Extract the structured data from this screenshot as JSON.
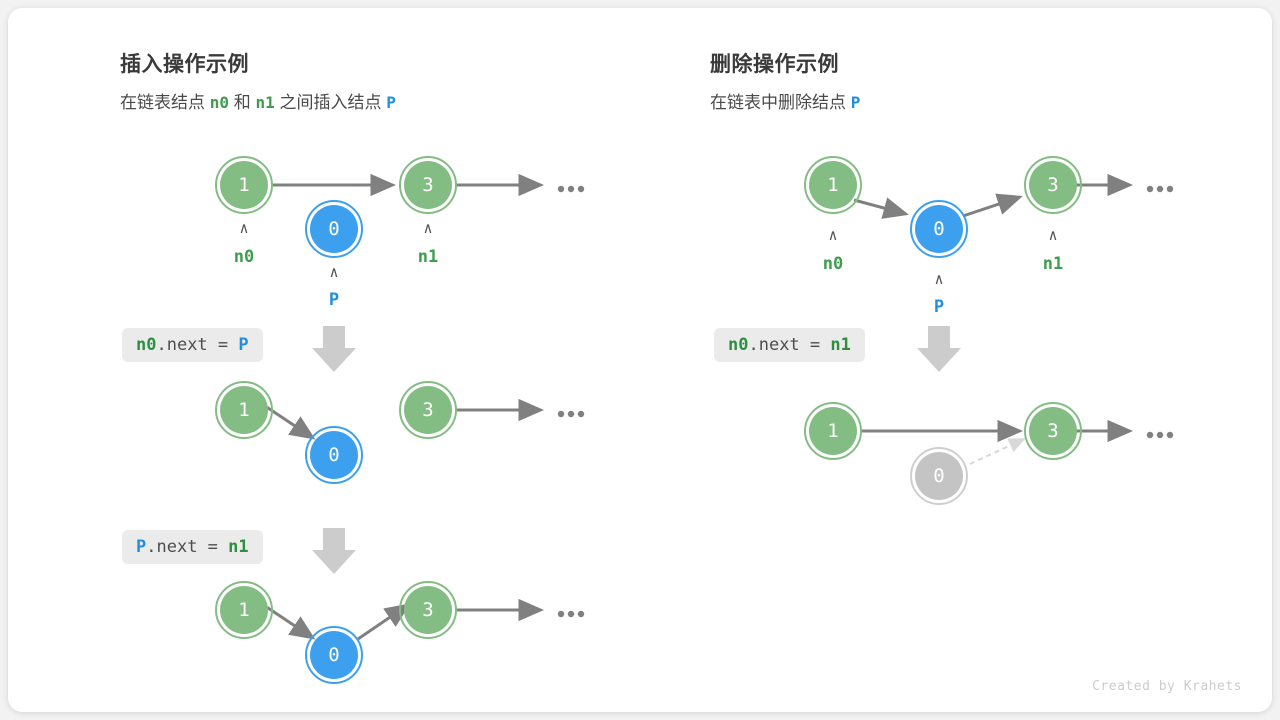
{
  "meta": {
    "background": "#f2f2f2",
    "card_background": "#ffffff",
    "credit": "Created by Krahets",
    "colors": {
      "green_fill": "#84bd84",
      "green_text": "#3e9e4e",
      "blue_fill": "#3da0ef",
      "blue_text": "#1f8fe0",
      "gray_fill": "#c4c4c4",
      "gray_text": "#b4b4b4",
      "arrow": "#808080",
      "code_bg": "#ebebeb",
      "code_text": "#4d4d4d",
      "title_text": "#3a3a3a"
    }
  },
  "panels": [
    {
      "id": "insert",
      "title": "插入操作示例",
      "subtitle": {
        "part1": "在链表结点",
        "var1": "n0",
        "part2": "和",
        "var2": "n1",
        "part3": "之间插入结点",
        "var3": "P"
      },
      "steps": [
        {
          "id": "insert-step-1",
          "code": null,
          "nodes": [
            {
              "label": "1",
              "color": "green",
              "marker": "n0",
              "marker_color": "green"
            },
            {
              "label": "0",
              "color": "blue",
              "marker": "P",
              "marker_color": "blue"
            },
            {
              "label": "3",
              "color": "green",
              "marker": "n1",
              "marker_color": "green"
            }
          ],
          "ellipsis": true
        },
        {
          "id": "insert-step-2",
          "code": {
            "tokens": [
              "n0",
              ".next = ",
              "P"
            ],
            "colors": [
              "green",
              "plain",
              "blue"
            ]
          },
          "nodes": [
            {
              "label": "1",
              "color": "green",
              "marker": null,
              "marker_color": null
            },
            {
              "label": "0",
              "color": "blue",
              "marker": null,
              "marker_color": null
            },
            {
              "label": "3",
              "color": "green",
              "marker": null,
              "marker_color": null
            }
          ],
          "ellipsis": true
        },
        {
          "id": "insert-step-3",
          "code": {
            "tokens": [
              "P",
              ".next = ",
              "n1"
            ],
            "colors": [
              "blue",
              "plain",
              "green"
            ]
          },
          "nodes": [
            {
              "label": "1",
              "color": "green",
              "marker": null,
              "marker_color": null
            },
            {
              "label": "0",
              "color": "blue",
              "marker": null,
              "marker_color": null
            },
            {
              "label": "3",
              "color": "green",
              "marker": null,
              "marker_color": null
            }
          ],
          "ellipsis": true
        }
      ]
    },
    {
      "id": "delete",
      "title": "删除操作示例",
      "subtitle": {
        "part1": "在链表中删除结点",
        "var1": "P",
        "part2": "",
        "var2": "",
        "part3": "",
        "var3": ""
      },
      "steps": [
        {
          "id": "delete-step-1",
          "code": null,
          "nodes": [
            {
              "label": "1",
              "color": "green",
              "marker": "n0",
              "marker_color": "green"
            },
            {
              "label": "0",
              "color": "blue",
              "marker": "P",
              "marker_color": "blue"
            },
            {
              "label": "3",
              "color": "green",
              "marker": "n1",
              "marker_color": "green"
            }
          ],
          "ellipsis": true
        },
        {
          "id": "delete-step-2",
          "code": {
            "tokens": [
              "n0",
              ".next = ",
              "n1"
            ],
            "colors": [
              "green",
              "plain",
              "green"
            ]
          },
          "nodes": [
            {
              "label": "1",
              "color": "green",
              "marker": null,
              "marker_color": null
            },
            {
              "label": "0",
              "color": "gray",
              "marker": null,
              "marker_color": null
            },
            {
              "label": "3",
              "color": "green",
              "marker": null,
              "marker_color": null
            }
          ],
          "ellipsis": true
        }
      ]
    }
  ]
}
